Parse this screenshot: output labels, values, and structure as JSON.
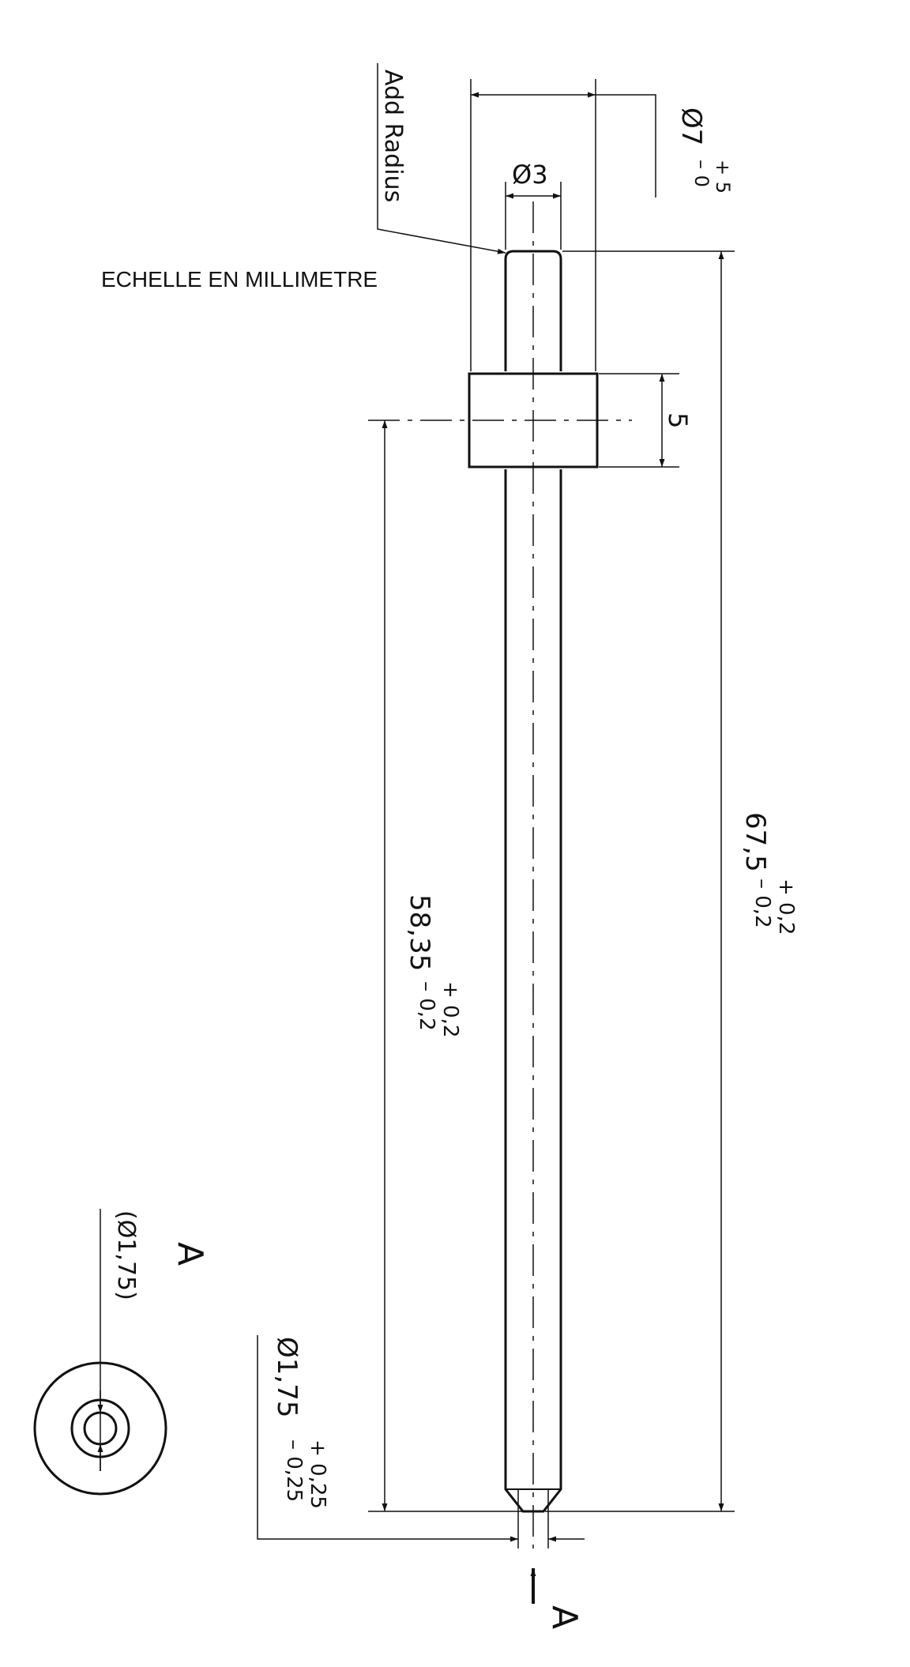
{
  "scale_note": "ECHELLE EN MILLIMETRE",
  "annotations": {
    "add_radius": "Add Radius",
    "section_label_top": "A",
    "section_label_bottom": "A"
  },
  "dimensions": {
    "collar_diameter": {
      "main": "Ø7",
      "upper": "+ 5",
      "lower": "– 0"
    },
    "tip_diameter": {
      "main": "Ø3"
    },
    "collar_thickness": {
      "main": "5"
    },
    "overall_length": {
      "main": "67,5",
      "upper": "+ 0,2",
      "lower": "– 0,2"
    },
    "collar_to_end_length": {
      "main": "58,35",
      "upper": "+ 0,2",
      "lower": "– 0,2"
    },
    "end_diameter": {
      "main": "Ø1,75",
      "upper": "+ 0,25",
      "lower": "– 0,25"
    },
    "section_reference_diameter": {
      "main": "(Ø1,75)"
    }
  },
  "colors": {
    "line": "#111111",
    "background": "#ffffff"
  }
}
